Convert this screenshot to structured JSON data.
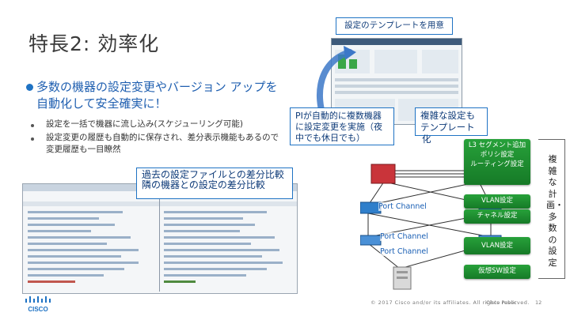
{
  "slide": {
    "title": "特長2: 効率化",
    "main_bullet": "多数の機器の設定変更やバージョン アップを自動化して安全確実に！",
    "sub_bullets": [
      "設定を一括で機器に流し込み(スケジューリング可能)",
      "設定変更の履歴も自動的に保存され、差分表示機能もあるので変更履歴も一目瞭然"
    ]
  },
  "callouts": {
    "diff": "過去の設定ファイルとの差分比較\n隣の機器との設定の差分比較",
    "template": "設定のテンプレートを用意",
    "pi": "PIが自動的に複数機器に設定変更を実施（夜中でも休日でも）",
    "complex": "複雑な設定もテンプレート",
    "complex_tail": "化"
  },
  "network": {
    "port_channel_labels": [
      "Port Channel",
      "Port Channel",
      "Port Channel"
    ]
  },
  "badges": {
    "l3": "L3 セグメント追加\nポリシ設定\nルーティング設定",
    "vlan": "VLAN設定",
    "channel": "チャネル設定",
    "vlan2": "VLAN設定",
    "virtual": "仮想SW設定"
  },
  "side_label": "複雑な計画・多数の設定",
  "footer": {
    "logo_text": "CISCO",
    "copyright": "© 2017  Cisco and/or its affiliates. All rights reserved.",
    "classification": "Cisco Public",
    "page": "12"
  },
  "colors": {
    "accent": "#1f73c4",
    "title_text": "#3a3a3a",
    "badge_green": "#1e8e30",
    "switch_red": "#c9343a",
    "switch_blue": "#2f7fcb"
  }
}
